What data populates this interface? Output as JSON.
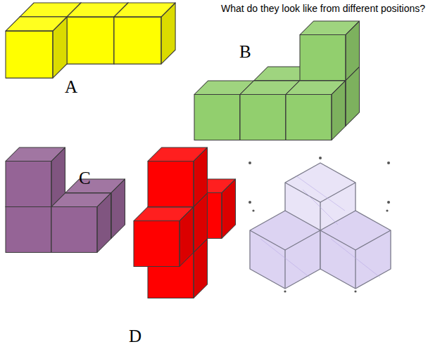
{
  "diagram": {
    "title": "What do they look like from different positions?",
    "labels": [
      "A",
      "B",
      "C",
      "D"
    ]
  }
}
